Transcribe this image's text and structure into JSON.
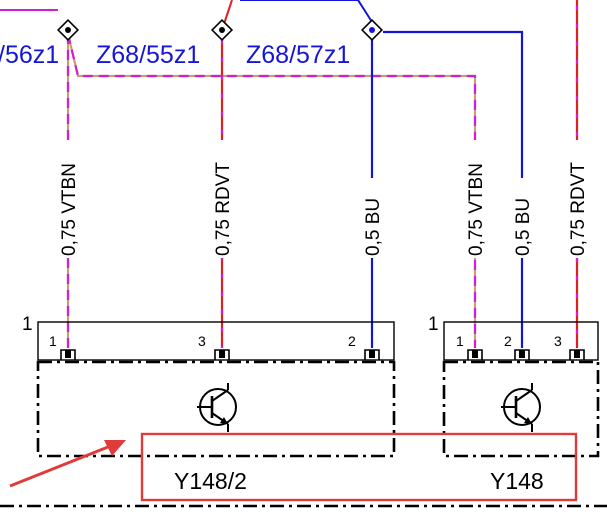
{
  "splices": [
    {
      "id": "s56",
      "label": "/56z1"
    },
    {
      "id": "s55",
      "label": "Z68/55z1"
    },
    {
      "id": "s57",
      "label": "Z68/57z1"
    }
  ],
  "wires": [
    {
      "id": "w1",
      "label": "0,75 VTBN"
    },
    {
      "id": "w2",
      "label": "0,75 RDVT"
    },
    {
      "id": "w3",
      "label": "0,5 BU"
    },
    {
      "id": "w4",
      "label": "0,75 VTBN"
    },
    {
      "id": "w5",
      "label": "0,5 BU"
    },
    {
      "id": "w6",
      "label": "0,75 RDVT"
    }
  ],
  "connectors": [
    {
      "id": "c1",
      "label": "1",
      "pins": [
        "1",
        "3",
        "2"
      ]
    },
    {
      "id": "c2",
      "label": "1",
      "pins": [
        "1",
        "2",
        "3"
      ]
    }
  ],
  "components": [
    {
      "id": "y1482",
      "name": "Y148/2"
    },
    {
      "id": "y148",
      "name": "Y148"
    }
  ],
  "colors": {
    "violet": "#d020d0",
    "brown": "#c8a070",
    "red": "#e02020",
    "blue": "#1515d8",
    "highlight": "#e03a3a"
  }
}
